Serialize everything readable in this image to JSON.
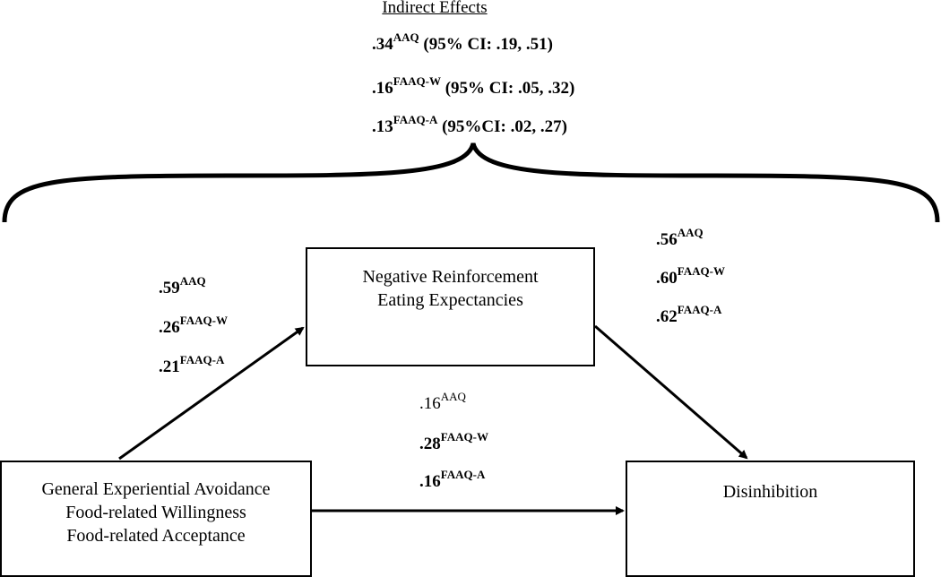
{
  "indirect": {
    "title": "Indirect Effects",
    "rows": [
      {
        "value": ".34",
        "label": "AAQ",
        "ci": "(95% CI: .19, .51)"
      },
      {
        "value": ".16",
        "label": "FAAQ-W",
        "ci": "(95% CI: .05, .32)"
      },
      {
        "value": ".13",
        "label": "FAAQ-A",
        "ci": "(95%CI: .02, .27)"
      }
    ]
  },
  "boxes": {
    "mediator_line1": "Negative Reinforcement",
    "mediator_line2": "Eating Expectancies",
    "outcome": "Disinhibition",
    "predictor_line1": "General Experiential Avoidance",
    "predictor_line2": "Food-related Willingness",
    "predictor_line3": "Food-related Acceptance"
  },
  "paths": {
    "a": [
      {
        "value": ".59",
        "label": "AAQ"
      },
      {
        "value": ".26",
        "label": "FAAQ-W"
      },
      {
        "value": ".21",
        "label": "FAAQ-A"
      }
    ],
    "b": [
      {
        "value": ".56",
        "label": "AAQ"
      },
      {
        "value": ".60",
        "label": "FAAQ-W"
      },
      {
        "value": ".62",
        "label": "FAAQ-A"
      }
    ],
    "c": [
      {
        "value": ".16",
        "label": "AAQ"
      },
      {
        "value": ".28",
        "label": "FAAQ-W"
      },
      {
        "value": ".16",
        "label": "FAAQ-A"
      }
    ]
  }
}
